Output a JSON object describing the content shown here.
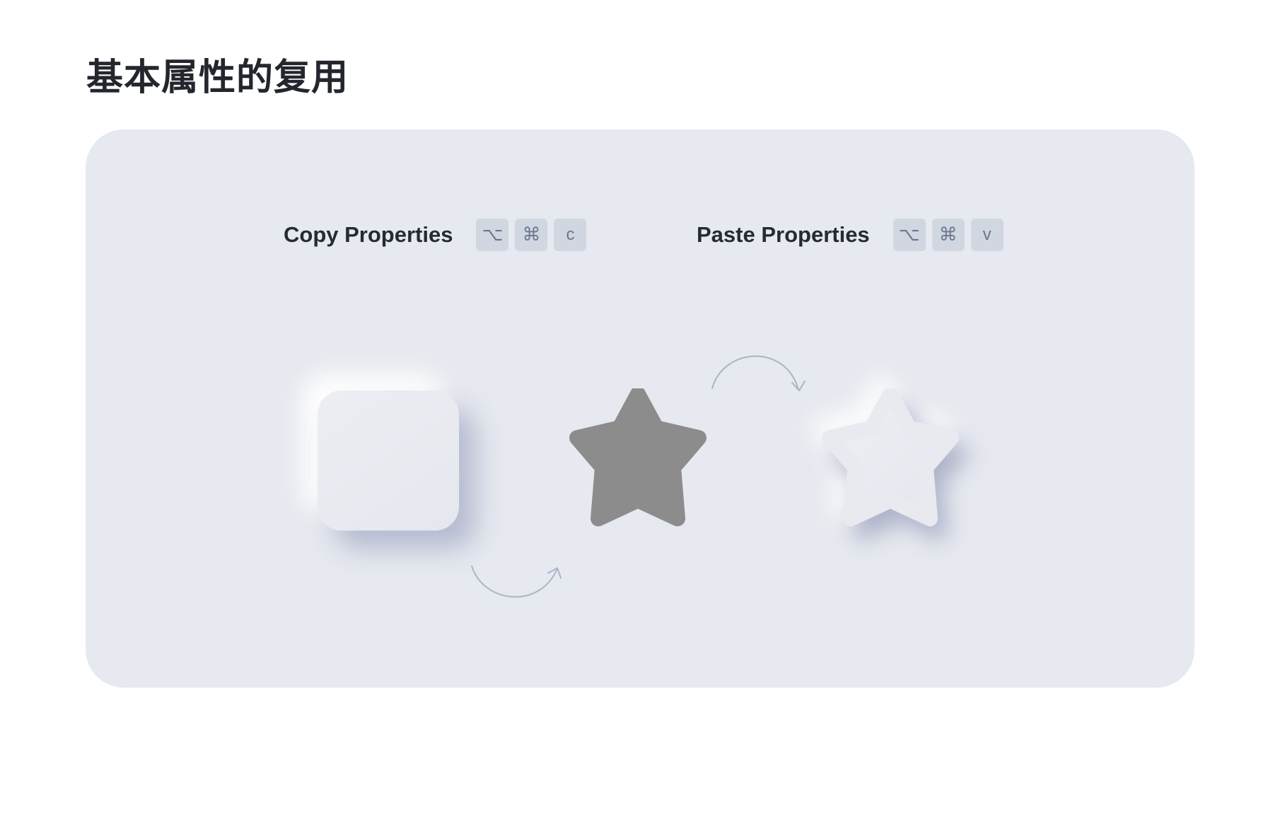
{
  "page": {
    "title": "基本属性的复用"
  },
  "copy_section": {
    "label": "Copy Properties",
    "keys": [
      {
        "glyph": "⌥",
        "icon": "option-key-icon"
      },
      {
        "glyph": "⌘",
        "icon": "command-key-icon"
      },
      {
        "glyph": "c",
        "icon": "c-key"
      }
    ]
  },
  "paste_section": {
    "label": "Paste Properties",
    "keys": [
      {
        "glyph": "⌥",
        "icon": "option-key-icon"
      },
      {
        "glyph": "⌘",
        "icon": "command-key-icon"
      },
      {
        "glyph": "v",
        "icon": "v-key"
      }
    ]
  },
  "illustration": {
    "source_shape": "neumorphic-square",
    "target_shape": "flat-star",
    "result_shape": "neumorphic-star"
  },
  "colors": {
    "panel_background": "#e6e9ef",
    "key_background": "#d1d7e1",
    "key_glyph": "#6c7890",
    "flat_star": "#8c8c8c",
    "arrow_stroke": "#a9b4c6",
    "title_text": "#23272d"
  }
}
